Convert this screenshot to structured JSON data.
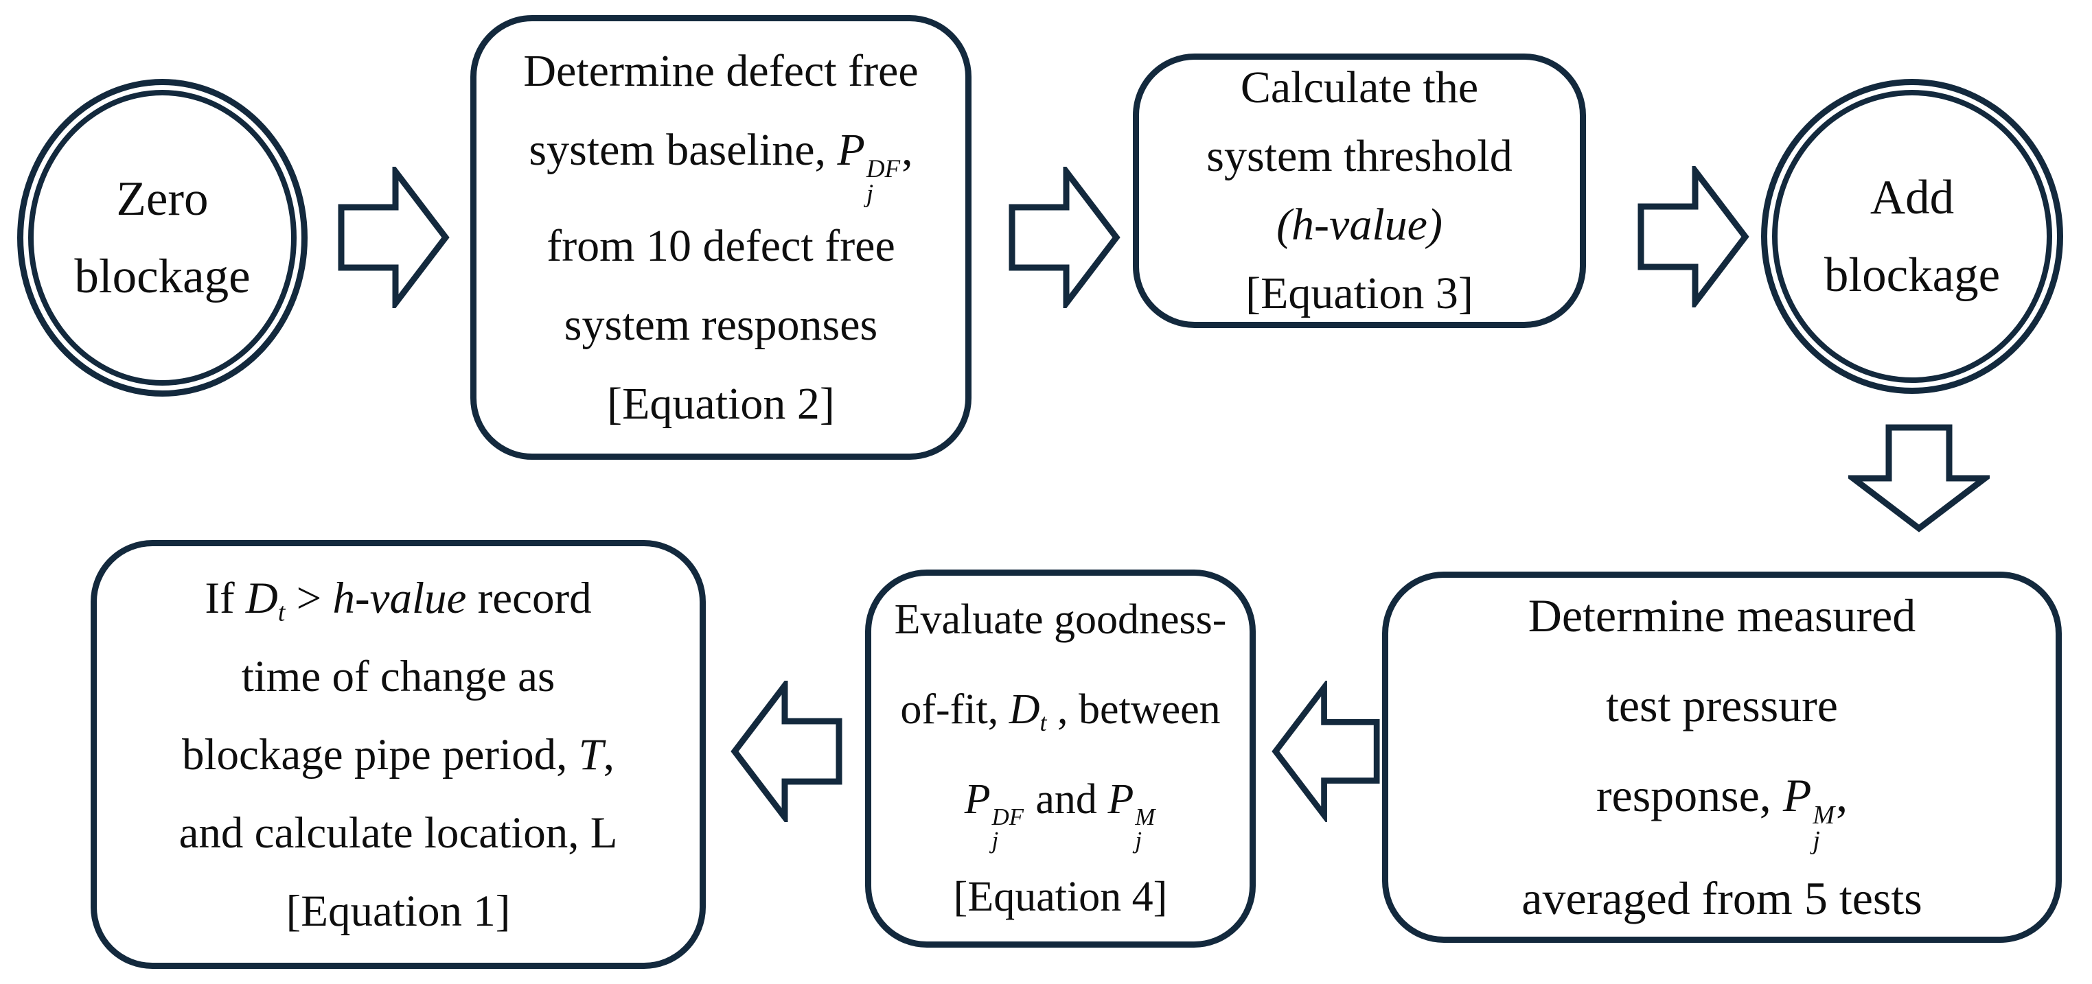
{
  "colors": {
    "background": "#ffffff",
    "stroke": "#13293d",
    "text": "#0e0e0e"
  },
  "nodes": {
    "zero_blockage": {
      "shape": "double-circle",
      "lines": [
        [
          {
            "t": "Zero"
          }
        ],
        [
          {
            "t": "blockage"
          }
        ]
      ]
    },
    "determine_baseline": {
      "shape": "rounded-box",
      "lines": [
        [
          {
            "t": "Determine defect free"
          }
        ],
        [
          {
            "t": "system baseline, "
          },
          {
            "t": "P",
            "i": true,
            "sup": "DF",
            "sub": "j"
          },
          {
            "t": ","
          }
        ],
        [
          {
            "t": "from 10 defect free"
          }
        ],
        [
          {
            "t": "system responses"
          }
        ],
        [
          {
            "t": "[Equation 2]"
          }
        ]
      ]
    },
    "calculate_threshold": {
      "shape": "rounded-box",
      "lines": [
        [
          {
            "t": "Calculate the"
          }
        ],
        [
          {
            "t": "system threshold"
          }
        ],
        [
          {
            "t": "(h-value)",
            "i": true
          }
        ],
        [
          {
            "t": "[Equation 3]"
          }
        ]
      ]
    },
    "add_blockage": {
      "shape": "double-circle",
      "lines": [
        [
          {
            "t": "Add"
          }
        ],
        [
          {
            "t": "blockage"
          }
        ]
      ]
    },
    "measured_response": {
      "shape": "rounded-box",
      "lines": [
        [
          {
            "t": "Determine measured"
          }
        ],
        [
          {
            "t": "test pressure"
          }
        ],
        [
          {
            "t": "response, "
          },
          {
            "t": "P",
            "i": true,
            "sup": "M",
            "sub": "j"
          },
          {
            "t": ","
          }
        ],
        [
          {
            "t": "averaged from 5 tests"
          }
        ]
      ]
    },
    "goodness_of_fit": {
      "shape": "rounded-box",
      "lines": [
        [
          {
            "t": "Evaluate goodness-"
          }
        ],
        [
          {
            "t": "of-fit, "
          },
          {
            "t": "D",
            "i": true,
            "sub": "t"
          },
          {
            "t": " , between"
          }
        ],
        [
          {
            "t": "P",
            "i": true,
            "sup": "DF",
            "sub": "j"
          },
          {
            "t": " and "
          },
          {
            "t": "P",
            "i": true,
            "sup": "M",
            "sub": "j"
          }
        ],
        [
          {
            "t": "[Equation 4]"
          }
        ]
      ]
    },
    "record_blockage": {
      "shape": "rounded-box",
      "lines": [
        [
          {
            "t": "If "
          },
          {
            "t": "D",
            "i": true,
            "sub": "t"
          },
          {
            "t": " > "
          },
          {
            "t": "h-value",
            "i": true
          },
          {
            "t": " record"
          }
        ],
        [
          {
            "t": "time of change as"
          }
        ],
        [
          {
            "t": "blockage pipe period, "
          },
          {
            "t": "T",
            "i": true
          },
          {
            "t": ","
          }
        ],
        [
          {
            "t": "and calculate location, L"
          }
        ],
        [
          {
            "t": "[Equation 1]"
          }
        ]
      ]
    }
  },
  "connectors": [
    {
      "from": "zero_blockage",
      "to": "determine_baseline",
      "direction": "right"
    },
    {
      "from": "determine_baseline",
      "to": "calculate_threshold",
      "direction": "right"
    },
    {
      "from": "calculate_threshold",
      "to": "add_blockage",
      "direction": "right"
    },
    {
      "from": "add_blockage",
      "to": "measured_response",
      "direction": "down"
    },
    {
      "from": "measured_response",
      "to": "goodness_of_fit",
      "direction": "left"
    },
    {
      "from": "goodness_of_fit",
      "to": "record_blockage",
      "direction": "left"
    }
  ]
}
